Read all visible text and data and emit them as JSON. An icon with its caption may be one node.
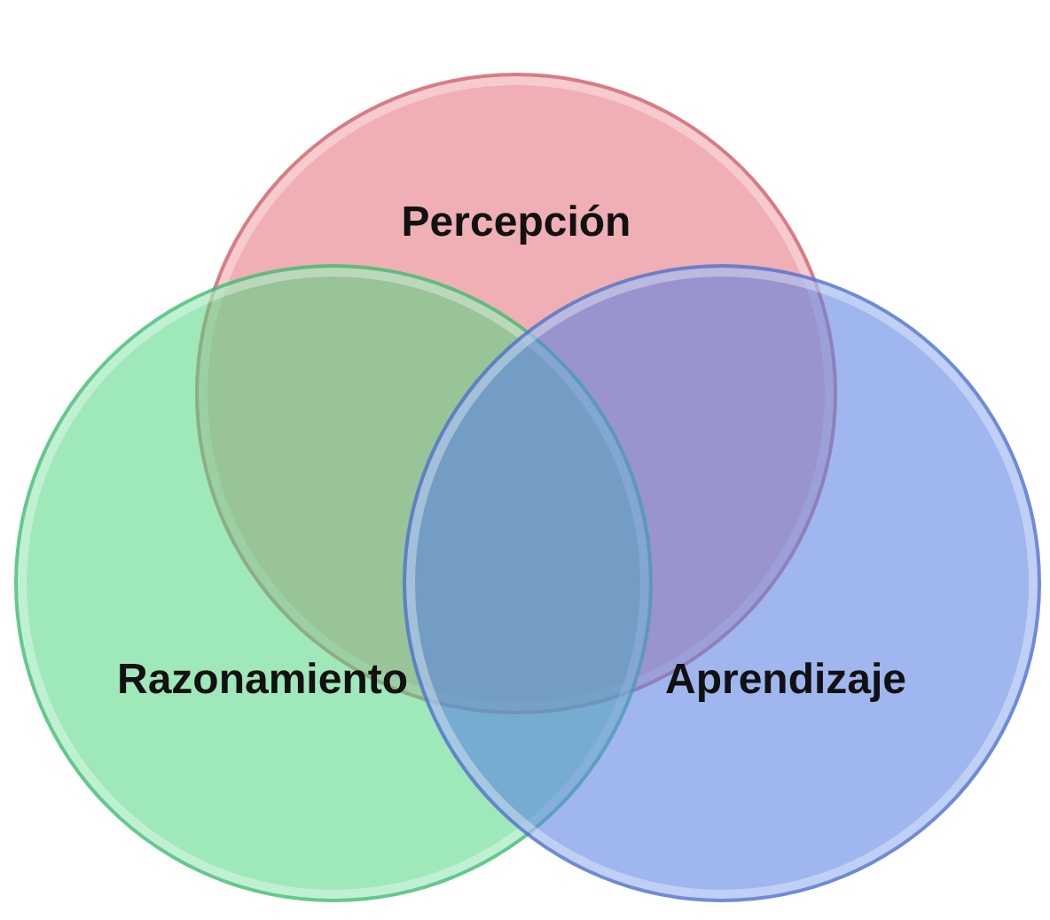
{
  "diagram": {
    "nodes": [
      {
        "text": [
          "Percepción"
        ]
      },
      {
        "text": [
          "Razonamiento"
        ]
      },
      {
        "text": [
          "Aprendizaje"
        ]
      }
    ]
  }
}
